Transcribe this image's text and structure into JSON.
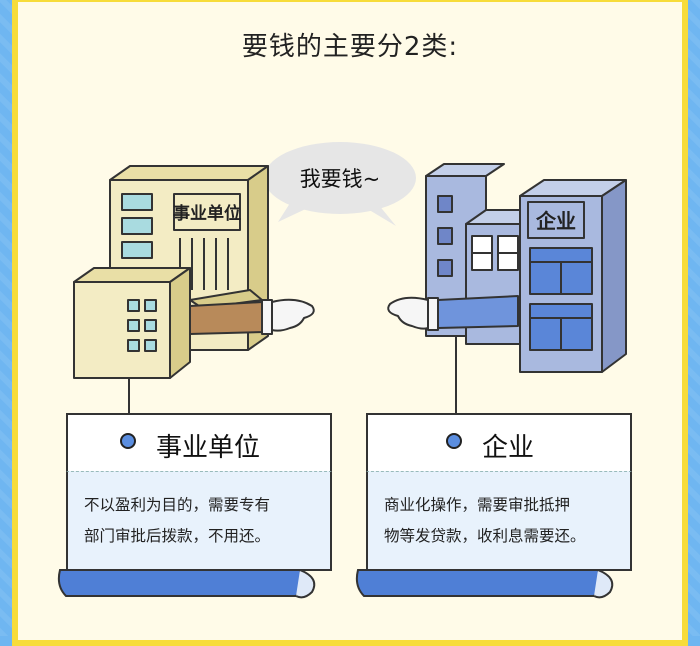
{
  "title": "要钱的主要分2类:",
  "speech_bubble": "我要钱~",
  "left_building_sign": "事业单位",
  "right_building_sign": "企业",
  "categories": [
    {
      "label": "事业单位",
      "desc_line1": "不以盈利为目的，需要专有",
      "desc_line2": "部门审批后拨款，不用还。"
    },
    {
      "label": "企业",
      "desc_line1": "商业化操作，需要审批抵押",
      "desc_line2": "物等发贷款，收利息需要还。"
    }
  ],
  "colors": {
    "card_bg": "#fffbe8",
    "border_yellow": "#f7dc3a",
    "outer_blue": "#6fb6f1",
    "dot_blue": "#5b8ee0",
    "desc_bg": "#e8f2fc",
    "scroll_blue": "#4f7fd6",
    "left_building": "#f3ecc4",
    "right_building": "#a9b9df"
  }
}
